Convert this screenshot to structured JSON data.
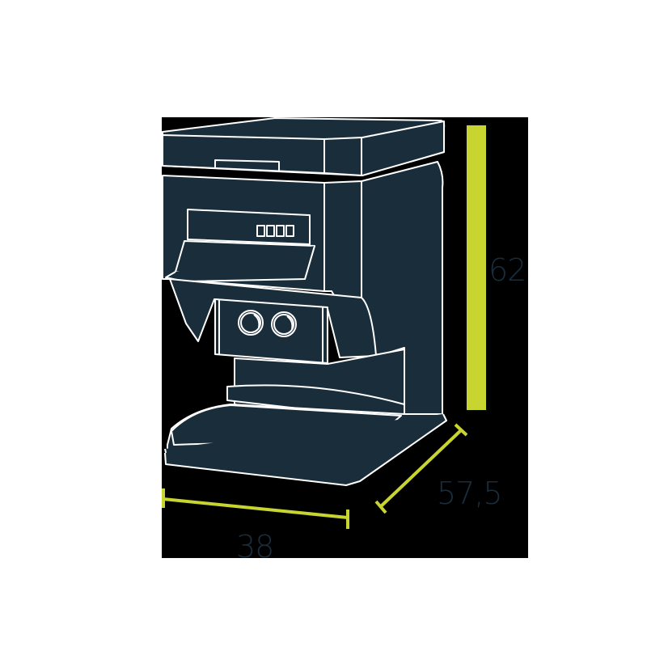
{
  "diagram": {
    "subject": "coffee machine product dimensions",
    "colors": {
      "page_background": "#ffffff",
      "panel_background": "#000000",
      "machine_fill": "#1a2d3a",
      "machine_outline": "#ffffff",
      "dimension_line": "#c8d42f",
      "label_text": "#1a2d3a"
    },
    "dimensions": {
      "height": {
        "label": "62"
      },
      "depth": {
        "label": "57,5"
      },
      "width": {
        "label": "38"
      }
    },
    "machine_parts": {
      "control_panel_buttons": 4,
      "knobs": 2
    }
  }
}
